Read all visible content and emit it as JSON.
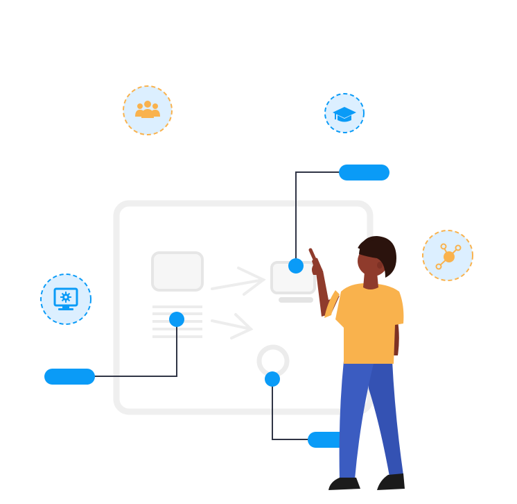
{
  "colors": {
    "accent_blue": "#0a9bf7",
    "accent_orange": "#f9b24d",
    "icon_circle_fill": "#dcefff",
    "connector_line": "#2f3445",
    "board_outline": "#eeeeee",
    "skin": "#8f3b2c",
    "hair": "#2b130d",
    "shirt": "#f9b24d",
    "pants": "#3b5cc1",
    "shoes": "#1b1b1b"
  },
  "icons": [
    {
      "name": "team-icon",
      "color": "orange"
    },
    {
      "name": "graduation-cap-icon",
      "color": "blue"
    },
    {
      "name": "monitor-settings-icon",
      "color": "blue"
    },
    {
      "name": "network-globe-icon",
      "color": "orange"
    }
  ],
  "labels": [
    {
      "name": "label-pill-top",
      "text": ""
    },
    {
      "name": "label-pill-left",
      "text": ""
    },
    {
      "name": "label-pill-bottom",
      "text": ""
    }
  ]
}
